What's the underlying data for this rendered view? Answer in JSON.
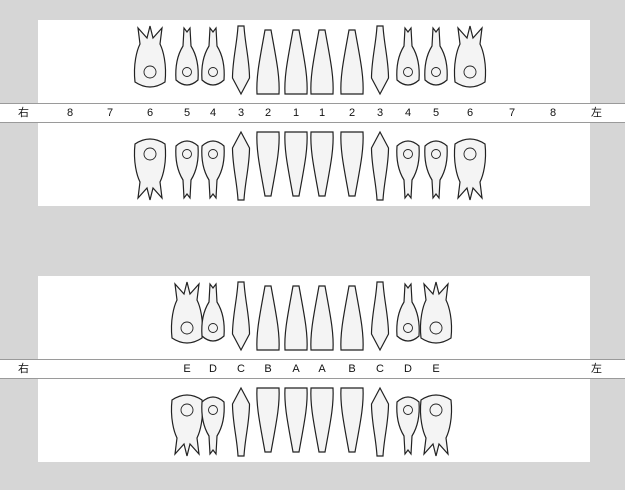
{
  "permanent": {
    "side_right": "右",
    "side_left": "左",
    "numbers": [
      "8",
      "7",
      "6",
      "5",
      "4",
      "3",
      "2",
      "1",
      "1",
      "2",
      "3",
      "4",
      "5",
      "6",
      "7",
      "8"
    ]
  },
  "deciduous": {
    "side_right": "右",
    "side_left": "左",
    "letters": [
      "E",
      "D",
      "C",
      "B",
      "A",
      "A",
      "B",
      "C",
      "D",
      "E"
    ]
  },
  "colors": {
    "background": "#d6d6d6",
    "panel": "#ffffff",
    "tooth_outline": "#222222",
    "tooth_fill": "#f4f4f4"
  },
  "tooth_types": {
    "permanent": [
      "",
      "",
      "molar",
      "premolar",
      "premolar",
      "canine",
      "incisor",
      "incisor",
      "incisor",
      "incisor",
      "canine",
      "premolar",
      "premolar",
      "molar",
      "",
      ""
    ],
    "deciduous": [
      "molar",
      "premolar",
      "canine",
      "incisor",
      "incisor",
      "incisor",
      "incisor",
      "canine",
      "premolar",
      "molar"
    ]
  }
}
